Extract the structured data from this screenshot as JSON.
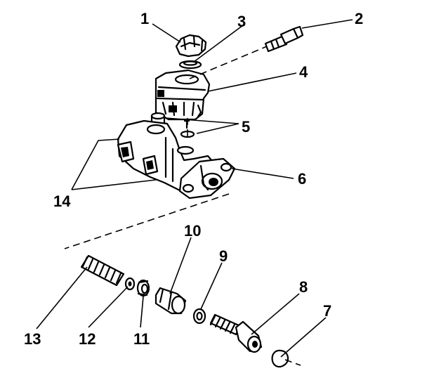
{
  "callouts": {
    "c1": "1",
    "c2": "2",
    "c3": "3",
    "c4": "4",
    "c5": "5",
    "c6": "6",
    "c7": "7",
    "c8": "8",
    "c9": "9",
    "c10": "10",
    "c11": "11",
    "c12": "12",
    "c13": "13",
    "c14": "14"
  },
  "icons": {
    "cap": "reservoir-cap-icon",
    "reservoir": "fluid-reservoir-icon",
    "master_cylinder": "master-cylinder-body-icon",
    "spring": "coil-spring-icon"
  }
}
